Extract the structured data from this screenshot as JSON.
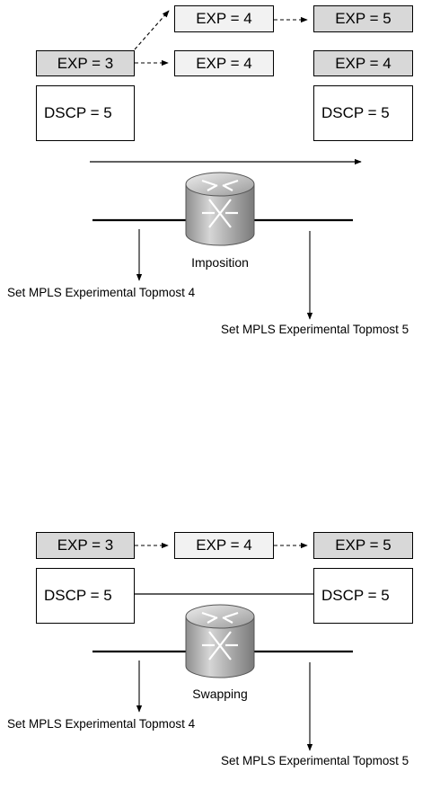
{
  "imposition": {
    "in_exp": "EXP = 3",
    "in_dscp": "DSCP = 5",
    "mid_exp_top": "EXP = 4",
    "mid_exp_bottom": "EXP = 4",
    "out_exp_top": "EXP = 5",
    "out_exp_bottom": "EXP = 4",
    "out_dscp": "DSCP = 5",
    "router_label": "Imposition",
    "action_1": "Set MPLS Experimental Topmost 4",
    "action_2": "Set MPLS Experimental Topmost 5"
  },
  "swapping": {
    "in_exp": "EXP = 3",
    "in_dscp": "DSCP = 5",
    "mid_exp": "EXP = 4",
    "out_exp": "EXP = 5",
    "out_dscp": "DSCP = 5",
    "router_label": "Swapping",
    "action_1": "Set MPLS Experimental Topmost 4",
    "action_2": "Set MPLS Experimental Topmost 5"
  },
  "colors": {
    "exp_fill": "#d8d8d8",
    "exp_light_fill": "#f2f2f2",
    "router_body": "#a9a9a9"
  },
  "icons": [
    "router-icon"
  ]
}
